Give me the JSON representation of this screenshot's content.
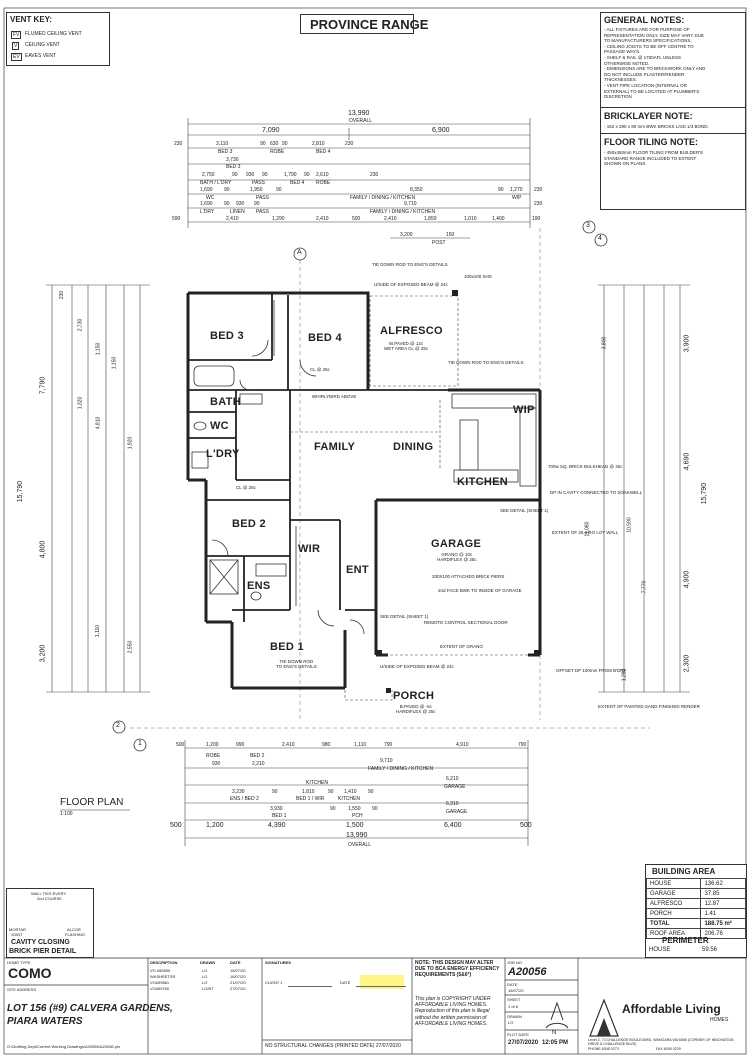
{
  "sheet_title": "PROVINCE RANGE",
  "vent_key": {
    "title": "VENT KEY:",
    "items": [
      {
        "symbol": "FV",
        "label": "FLUMED CEILING VENT"
      },
      {
        "symbol": "V",
        "label": "CEILING VENT"
      },
      {
        "symbol": "EV",
        "label": "EAVES VENT"
      }
    ]
  },
  "general_notes": {
    "title": "GENERAL NOTES:",
    "lines": [
      "- ALL FIXTURES ARE FOR PURPOSE OF",
      "REPRESENTATION ONLY. SIZE MAY VARY DUE",
      "TO MANUFACTURERS SPECIFICATIONS.",
      "- CEILING JOISTS TO BE OFF CENTRE TO",
      "PASSAGE WAYS.",
      "- SHELF & RAIL @ 1750AFL UNLESS",
      "OTHERWISE NOTED.",
      "- DIMENSIONS ARE TO BRICKWORK ONLY AND",
      "DO NOT INCLUDE PLASTER/RENDER",
      "THICKNESSES.",
      "- VENT PIPE LOCATION (INTERNAL OR",
      "EXTERNAL) TO BE LOCATED AT PLUMBER'S",
      "DISCRETION"
    ]
  },
  "bricklayer_note": {
    "title": "BRICKLAYER NOTE:",
    "text": "- 162 x 290 x 90 mm BWK BRICKS LAID 1/3 BOND."
  },
  "floor_tiling_note": {
    "title": "FLOOR TILING NOTE:",
    "lines": [
      "- 450x450mm FLOOR TILING FROM BUILDER'S",
      "STANDARD RANGE INCLUDED TO EXTENT",
      "SHOWN ON PLANS."
    ]
  },
  "top_dims": {
    "overall_label": "OVERALL",
    "overall": "13,990",
    "halves": [
      "7,090",
      "6,900"
    ],
    "rows": [
      [
        "230",
        "3,110",
        "90",
        "630",
        "90",
        "2,810",
        "230"
      ],
      [
        "BED 3",
        "ROBE",
        "BED 4"
      ],
      [
        "3,730",
        "BED 3"
      ],
      [
        "2,750",
        "90",
        "930",
        "90",
        "1,790",
        "90",
        "2,610",
        "230"
      ],
      [
        "BATH / L'DRY",
        "PASS",
        "BED 4",
        "ROBE"
      ],
      [
        "1,690",
        "90",
        "1,950",
        "90",
        "8,350",
        "90",
        "1,270",
        "230"
      ],
      [
        "WC",
        "PASS",
        "FAMILY / DINING / KITCHEN",
        "WIP"
      ],
      [
        "1,690",
        "90",
        "930",
        "90",
        "9,710",
        "230"
      ],
      [
        "L'DRY",
        "LINEN",
        "PASS",
        "FAMILY / DINING / KITCHEN"
      ],
      [
        "590",
        "2,410",
        "1,290",
        "2,410",
        "500",
        "2,410",
        "1,850",
        "1,010",
        "1,400",
        "190"
      ],
      [
        "3,200",
        "150"
      ],
      [
        "POST"
      ]
    ]
  },
  "rooms": [
    {
      "name": "BED 3",
      "sub": ""
    },
    {
      "name": "BED 4",
      "sub": "CL @ 25c"
    },
    {
      "name": "ALFRESCO",
      "sub": "W.PAVED @ 12c\nWET AREA CL @ 25c"
    },
    {
      "name": "BATH",
      "sub": ""
    },
    {
      "name": "WC",
      "sub": ""
    },
    {
      "name": "L'DRY",
      "sub": "CL @ 25c"
    },
    {
      "name": "FAMILY",
      "sub": ""
    },
    {
      "name": "DINING",
      "sub": ""
    },
    {
      "name": "KITCHEN",
      "sub": ""
    },
    {
      "name": "WIP",
      "sub": ""
    },
    {
      "name": "BED 2",
      "sub": ""
    },
    {
      "name": "WIR",
      "sub": ""
    },
    {
      "name": "ENS",
      "sub": ""
    },
    {
      "name": "ENT",
      "sub": ""
    },
    {
      "name": "GARAGE",
      "sub": "GRANO @ 10c\nHARDIFLEX @ 25c"
    },
    {
      "name": "BED 1",
      "sub": "TIE DOWN ROD\nTO ENG'S DETAILS"
    },
    {
      "name": "PORCH",
      "sub": "B.PAVED @ -5c\nHARDIFLEX @ 25c"
    }
  ],
  "plan_notes": [
    "TIE DOWN ROD TO ENG'S DETAILS",
    "U/SIDE OF EXPOSED BEAM @ 24c",
    "100x100 SHS",
    "TIE DOWN ROD TO ENG'S DETAILS",
    "WHIRLYBIRD ABOVE",
    "700w SQ. BRICK BULKHEAD @ 25c",
    "DP IN CAVITY CONNECTED TO SOAKWELL",
    "SEE DETAIL (SHEET 1)",
    "200X100 ATTACHED BRICK PIERS",
    "2nd FACE BWK TO INSIDE OF GARAGE",
    "REMOTE CONTROL SECTIONAL DOOR",
    "EXTENT OF GRANO",
    "OFFSET DP 100mm FROM B'DRY",
    "U/SIDE OF EXPOSED BEAM @ 24c",
    "SEE DETAIL (SHEET 1)",
    "EXTENT OF 25.0 RO LOT WALL",
    "EXTENT OF PAINTED SAND FINISHED RENDER"
  ],
  "floor_plan_label": {
    "title": "FLOOR PLAN",
    "scale": "1:100"
  },
  "bottom_dims": {
    "rows": [
      [
        "500",
        "1,200",
        "990",
        "2,410",
        "980",
        "1,110",
        "790",
        "4,910",
        "790"
      ],
      [
        "ROBE",
        "BED 2",
        "FAMILY / DINING / KITCHEN"
      ],
      [
        "930",
        "2,210",
        "9,710"
      ],
      [
        "KITCHEN",
        "6,210",
        "GARAGE"
      ],
      [
        "3,230",
        "90",
        "1,810",
        "90",
        "1,410",
        "90",
        "6,310"
      ],
      [
        "ENS / BED 2",
        "BED 1 / WIR",
        "KITCHEN",
        "GARAGE"
      ],
      [
        "3,930",
        "90",
        "1,550",
        "90"
      ],
      [
        "BED 1",
        "PCH"
      ],
      [
        "500",
        "1,200",
        "4,390",
        "1,500",
        "6,400",
        "500"
      ],
      [
        "13,990",
        "OVERALL"
      ]
    ]
  },
  "side_dims_left": [
    "230",
    "2,730",
    "1,150",
    "1,150",
    "7,790",
    "1,320",
    "4,810",
    "1,920",
    "15,790",
    "4,800",
    "3,200",
    "2,550",
    "1,110"
  ],
  "side_dims_right": [
    "3,800",
    "3,900",
    "4,690",
    "15,790",
    "11,080",
    "10,590",
    "4,900",
    "2,300",
    "1,290",
    "7,770"
  ],
  "grid_markers": [
    "A",
    "1",
    "2",
    "3",
    "4"
  ],
  "cavity_detail": {
    "caption_top": [
      "WALL TIES EVERY",
      "2nd COURSE"
    ],
    "caption_mortar": [
      "MORTAR",
      "JOINT"
    ],
    "caption_flashing": [
      "ALCOR",
      "FLASHING"
    ],
    "title": "CAVITY CLOSING",
    "subtitle": "BRICK PIER DETAIL"
  },
  "building_area": {
    "title": "BUILDING AREA",
    "rows": [
      {
        "label": "HOUSE",
        "value": "136.62"
      },
      {
        "label": "GARAGE",
        "value": "37.85"
      },
      {
        "label": "ALFRESCO",
        "value": "12.87"
      },
      {
        "label": "PORCH",
        "value": "1.41"
      },
      {
        "label": "TOTAL",
        "value": "188.75 m²"
      },
      {
        "label": "ROOF AREA",
        "value": "206.76"
      }
    ],
    "perimeter_title": "PERIMETER",
    "perimeter": {
      "label": "HOUSE",
      "value": "59.56"
    }
  },
  "title_block": {
    "home_type_label": "HOME TYPE",
    "home_type": "COMO",
    "site_label": "SITE ADDRESS",
    "site_line1": "LOT 156 (#9) CALVERA GARDENS,",
    "site_line2": "PIARA WATERS",
    "file_path": "G:\\Drafting Dept\\Current Working Drawings\\A20056\\A20056.pln",
    "desc_header": [
      "DESCRIPTION",
      "DRAWN",
      "DATE"
    ],
    "desc_rows": [
      [
        "VO #55590",
        "LO",
        "15/07/20"
      ],
      [
        "WKSHEETSR",
        "LO",
        "16/07/20"
      ],
      [
        "VO#59861",
        "LO",
        "21/07/20"
      ],
      [
        "VO#59760",
        "LO/BT",
        "27/07/20"
      ]
    ],
    "signatures_label": "SIGNATURES",
    "sig_client": "CLIENT 1",
    "sig_date": "DATE",
    "no_changes": "NO STRUCTURAL CHANGES (PRINTED DATE) 27/07/2020",
    "energy_note": "NOTE: THIS DESIGN MAY ALTER DUE TO BCA ENERGY EFFICIENCY REQUIREMENTS (5&6*)",
    "copyright": "This plan is COPYRIGHT UNDER AFFORDABLE LIVING HOMES. Reproduction of this plan is illegal without the written permission of AFFORDABLE LIVING HOMES.",
    "job_label": "JOB NO",
    "job_no": "A20056",
    "date_label": "DATE",
    "date": "16/07/20",
    "sheet_label": "SHEET",
    "sheet": "1 of 6",
    "drawn_label": "DRAWN",
    "drawn": "LO",
    "plot_label": "PLOT DATE",
    "plot": "27/07/2020",
    "plot_time": "12:05 PM",
    "north_label": "N",
    "company": "Affordable Living",
    "company_sub": "HOMES",
    "company_addr": "Level 2, 73 CHALLENGE BOULEVARD, WANGARA WA 6065 (CORNER OF INNOVATION DRIVE & CHALLENGE BLVD)",
    "phone": "PHONE 6305 0273",
    "fax": "FAX 6305 0229"
  },
  "colors": {
    "ink": "#222222",
    "line": "#333333",
    "highlight": "#fff36b"
  }
}
